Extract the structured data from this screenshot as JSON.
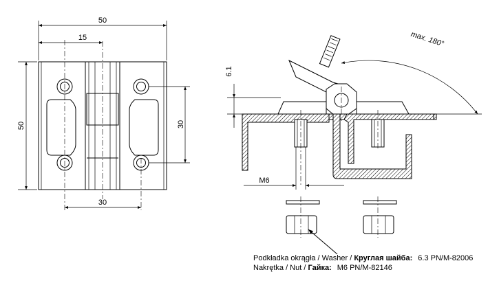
{
  "front_view": {
    "dim_width": "50",
    "dim_hole_offset": "15",
    "dim_height": "50",
    "dim_hole_spacing_vertical": "30",
    "dim_hole_spacing_horizontal": "30"
  },
  "side_view": {
    "dim_thickness": "6.1",
    "dim_rotation": "max. 180°",
    "dim_thread": "M6"
  },
  "legend": {
    "line1_pl": "Podkładka okrągła / Washer / ",
    "line1_ru": "Круглая шайба:",
    "line1_spec": "6.3 PN/M-82006",
    "line2_pl": "Nakrętka / Nut / ",
    "line2_ru": "Гайка:",
    "line2_spec": "M6 PN/M-82146"
  }
}
